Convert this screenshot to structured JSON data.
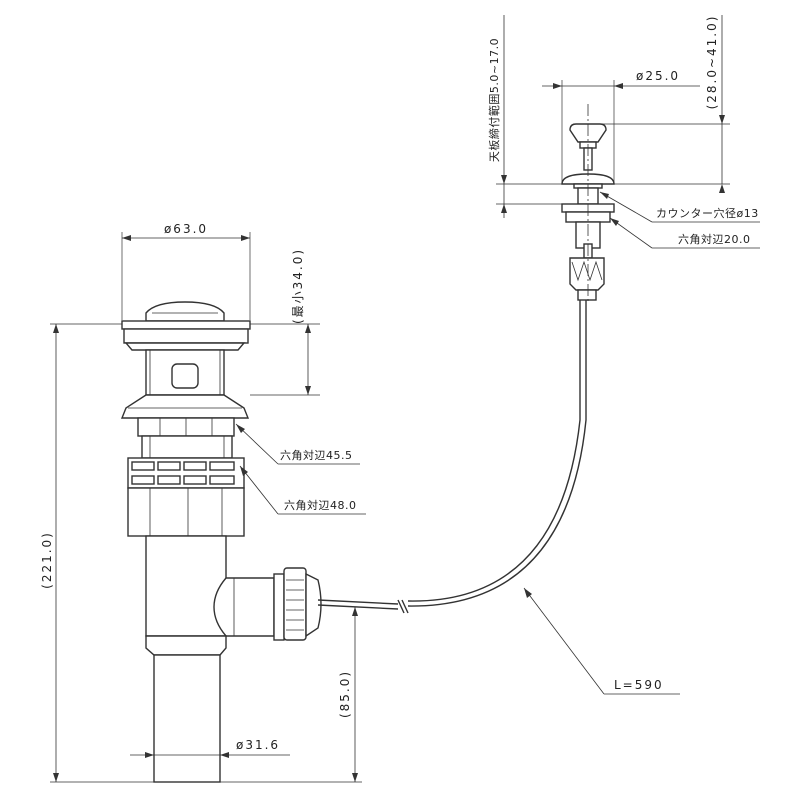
{
  "dimensions": {
    "drain_top_dia": "ø63.0",
    "min_height": "(最小34.0)",
    "overall_height": "(221.0)",
    "hex_45": "六角対辺45.5",
    "hex_48": "六角対辺48.0",
    "outlet_height": "(85.0)",
    "tail_dia": "ø31.6",
    "cable_length": "L=590",
    "knob_dia": "ø25.0",
    "knob_height": "(28.0~41.0)",
    "counter_range": "天板締付範囲5.0~17.0",
    "counter_hole": "カウンター穴径ø13",
    "knob_hex": "六角対辺20.0"
  }
}
